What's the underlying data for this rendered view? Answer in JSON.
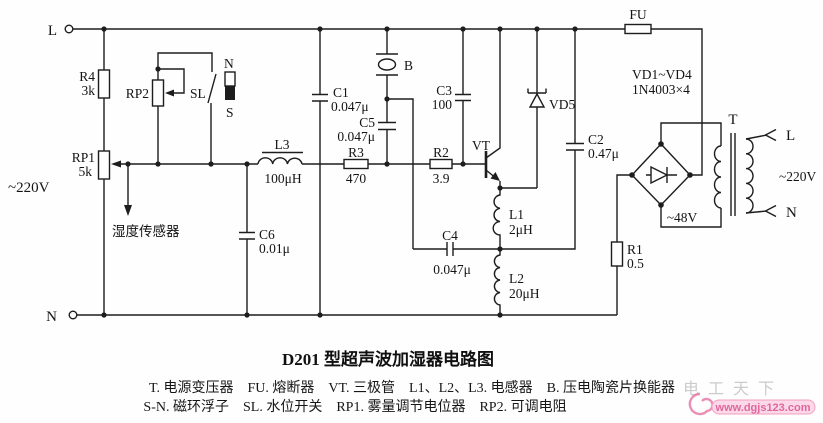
{
  "colors": {
    "line": "#1d1d1d",
    "watermark_pink": "#e87aa8",
    "watermark_pink_bg": "#fbd9e8",
    "watermark_gray": "#9a9a9a"
  },
  "labels": {
    "term_l_left": "L",
    "mains_left": "~220V",
    "term_n_left": "N",
    "r4_ref": "R4",
    "r4_val": "3k",
    "rp1_ref": "RP1",
    "rp1_val": "5k",
    "rp2_ref": "RP2",
    "sl_ref": "SL",
    "float_n": "N",
    "float_s": "S",
    "sensor": "湿度传感器",
    "l3_ref": "L3",
    "l3_val": "100μH",
    "c6_ref": "C6",
    "c6_val": "0.01μ",
    "c1_ref": "C1",
    "c1_val": "0.047μ",
    "b_ref": "B",
    "c5_ref": "C5",
    "c5_val": "0.047μ",
    "r3_ref": "R3",
    "r3_val": "470",
    "r2_ref": "R2",
    "r2_val": "3.9",
    "c3_ref": "C3",
    "c3_val": "100",
    "vt_ref": "VT",
    "c4_ref": "C4",
    "c4_val": "0.047μ",
    "l1_ref": "L1",
    "l1_val": "2μH",
    "l2_ref": "L2",
    "l2_val": "20μH",
    "vd5_ref": "VD5",
    "c2_ref": "C2",
    "c2_val": "0.47μ",
    "fu_ref": "FU",
    "vd14_line1": "VD1~VD4",
    "vd14_line2": "1N4003×4",
    "bridge_v": "~48V",
    "r1_ref": "R1",
    "r1_val": "0.5",
    "t_ref": "T",
    "term_l_right": "L",
    "term_n_right": "N",
    "mains_right": "~220V"
  },
  "caption": {
    "title": "D201 型超声波加湿器电路图",
    "legend1": "T. 电源变压器　FU. 熔断器　VT. 三极管　L1、L2、L3. 电感器　B. 压电陶瓷片换能器",
    "legend2": "S-N. 磁环浮子　SL. 水位开关　RP1. 雾量调节电位器　RP2. 可调电阻"
  },
  "watermark": {
    "brand": "电工天下",
    "site": "www.dgjs123.com"
  }
}
